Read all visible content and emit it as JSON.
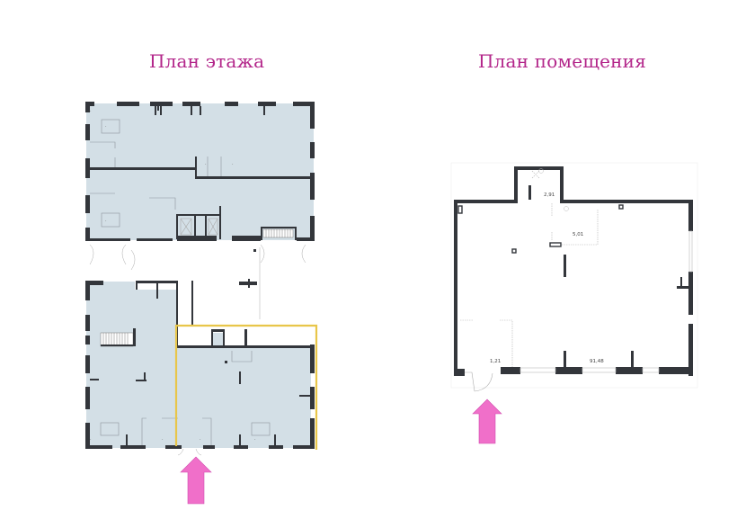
{
  "titles": {
    "floor_plan": "План этажа",
    "unit_plan": "План помещения"
  },
  "unit_plan": {
    "room_labels": {
      "bathroom": "2,91",
      "utility": "5,01",
      "vestibule": "1,21",
      "main_hall": "91,48"
    }
  },
  "floor_plan": {
    "highlighted_unit_outline_color": "#e8c64a",
    "room_fill_color": "#d3dfe6",
    "wall_color": "#33363b"
  },
  "markers": {
    "entrance_arrow_color": "#f06fc9",
    "entrance_arrow_icon": "arrow-up-icon"
  }
}
